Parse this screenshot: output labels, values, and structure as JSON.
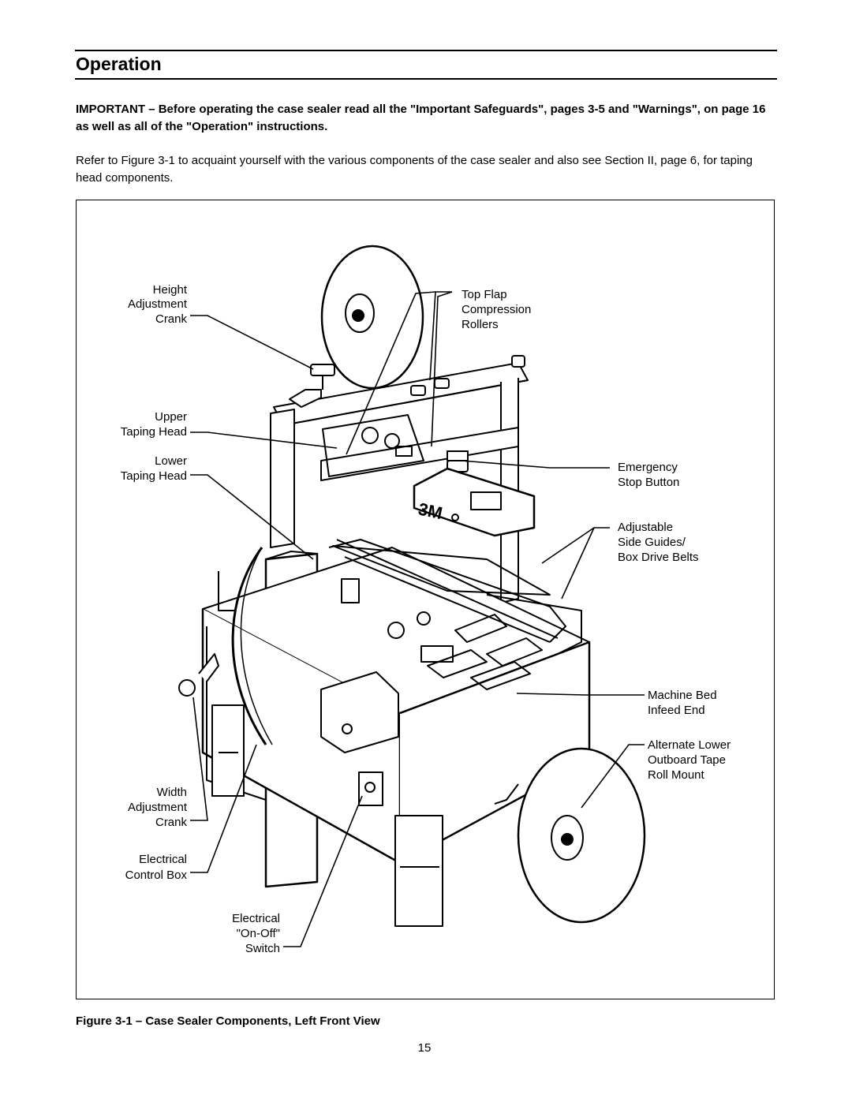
{
  "section_title": "Operation",
  "important_text": "IMPORTANT – Before operating the case sealer read all the \"Important Safeguards\", pages 3-5 and \"Warnings\", on page 16 as well as all of the \"Operation\" instructions.",
  "intro_text": "Refer to Figure 3-1 to acquaint yourself with the various components of the case sealer and also see Section II, page 6, for taping head components.",
  "figure": {
    "labels": {
      "height_crank": [
        "Height",
        "Adjustment",
        "Crank"
      ],
      "upper_head": [
        "Upper",
        "Taping Head"
      ],
      "lower_head": [
        "Lower",
        "Taping Head"
      ],
      "width_crank": [
        "Width",
        "Adjustment",
        "Crank"
      ],
      "control_box": [
        "Electrical",
        "Control Box"
      ],
      "on_off": [
        "Electrical",
        "\"On-Off\"",
        "Switch"
      ],
      "top_flap": [
        "Top Flap",
        "Compression",
        "Rollers"
      ],
      "emergency": [
        "Emergency",
        "Stop Button"
      ],
      "side_guides": [
        "Adjustable",
        "Side Guides/",
        "Box Drive Belts"
      ],
      "machine_bed": [
        "Machine Bed",
        "Infeed End"
      ],
      "alt_mount": [
        "Alternate Lower",
        "Outboard Tape",
        "Roll Mount"
      ]
    },
    "caption": "Figure 3-1 – Case Sealer Components, Left Front View"
  },
  "page_number": "15"
}
